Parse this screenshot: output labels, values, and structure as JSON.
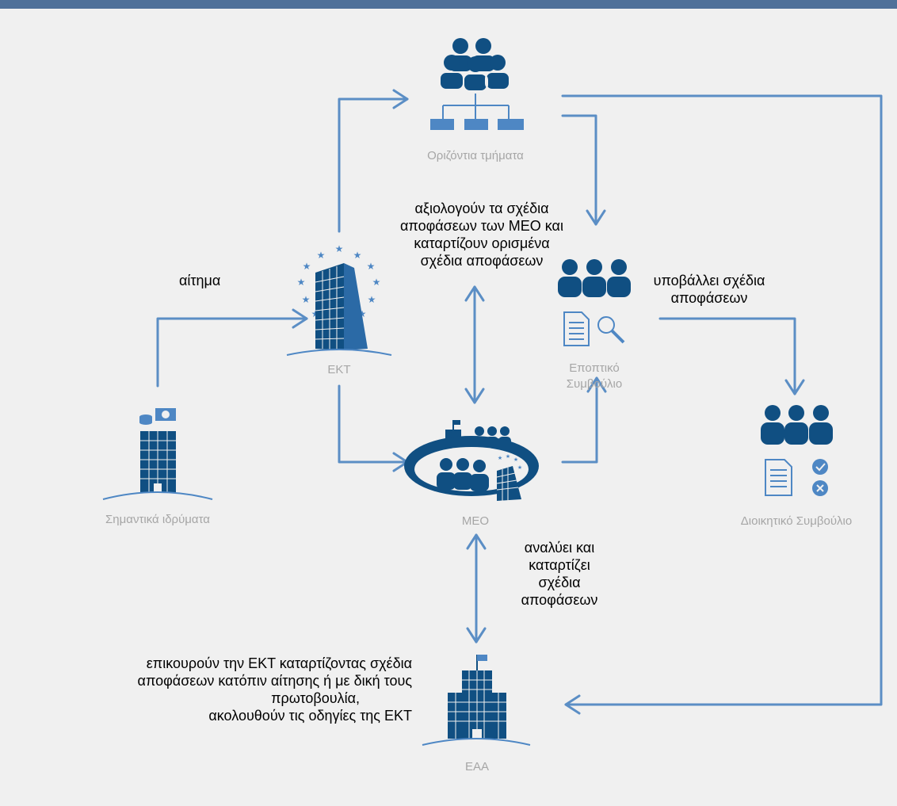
{
  "colors": {
    "header_bar": "#4f7099",
    "arrow": "#5b8ec5",
    "icon_dark": "#104f82",
    "icon_mid": "#4e87c4",
    "node_label": "#a6a6a6",
    "background": "#f0f0f0"
  },
  "nodes": {
    "horizontal_units": {
      "label": "Οριζόντια τμήματα",
      "icon": "organization-chart-icon"
    },
    "ecb": {
      "label": "ΕΚΤ",
      "icon": "ecb-tower-icon"
    },
    "supervisory_board": {
      "label_line1": "Εποπτικό",
      "label_line2": "Συμβούλιο",
      "icon": "group-document-review-icon"
    },
    "significant_institutions": {
      "label": "Σημαντικά ιδρύματα",
      "icon": "bank-building-icon"
    },
    "jst": {
      "label": "ΜΕΟ",
      "icon": "joint-team-icon"
    },
    "governing_council": {
      "label": "Διοικητικό Συμβούλιο",
      "icon": "group-decision-icon"
    },
    "nca": {
      "label": "ΕΑΑ",
      "icon": "national-authority-icon"
    }
  },
  "annotations": {
    "request": "αίτημα",
    "assess_line1": "αξιολογούν τα σχέδια",
    "assess_line2": "αποφάσεων των ΜΕΟ και",
    "assess_line3": "καταρτίζουν ορισμένα",
    "assess_line4": "σχέδια αποφάσεων",
    "submit_line1": "υποβάλλει σχέδια",
    "submit_line2": "αποφάσεων",
    "analyse_line1": "αναλύει και",
    "analyse_line2": "καταρτίζει",
    "analyse_line3": "σχέδια",
    "analyse_line4": "αποφάσεων",
    "assist_line1": "επικουρούν την ΕΚΤ καταρτίζοντας σχέδια",
    "assist_line2": "αποφάσεων κατόπιν αίτησης ή με δική τους",
    "assist_line3": "πρωτοβουλία,",
    "assist_line4": "ακολουθούν τις οδηγίες της ΕΚΤ"
  }
}
